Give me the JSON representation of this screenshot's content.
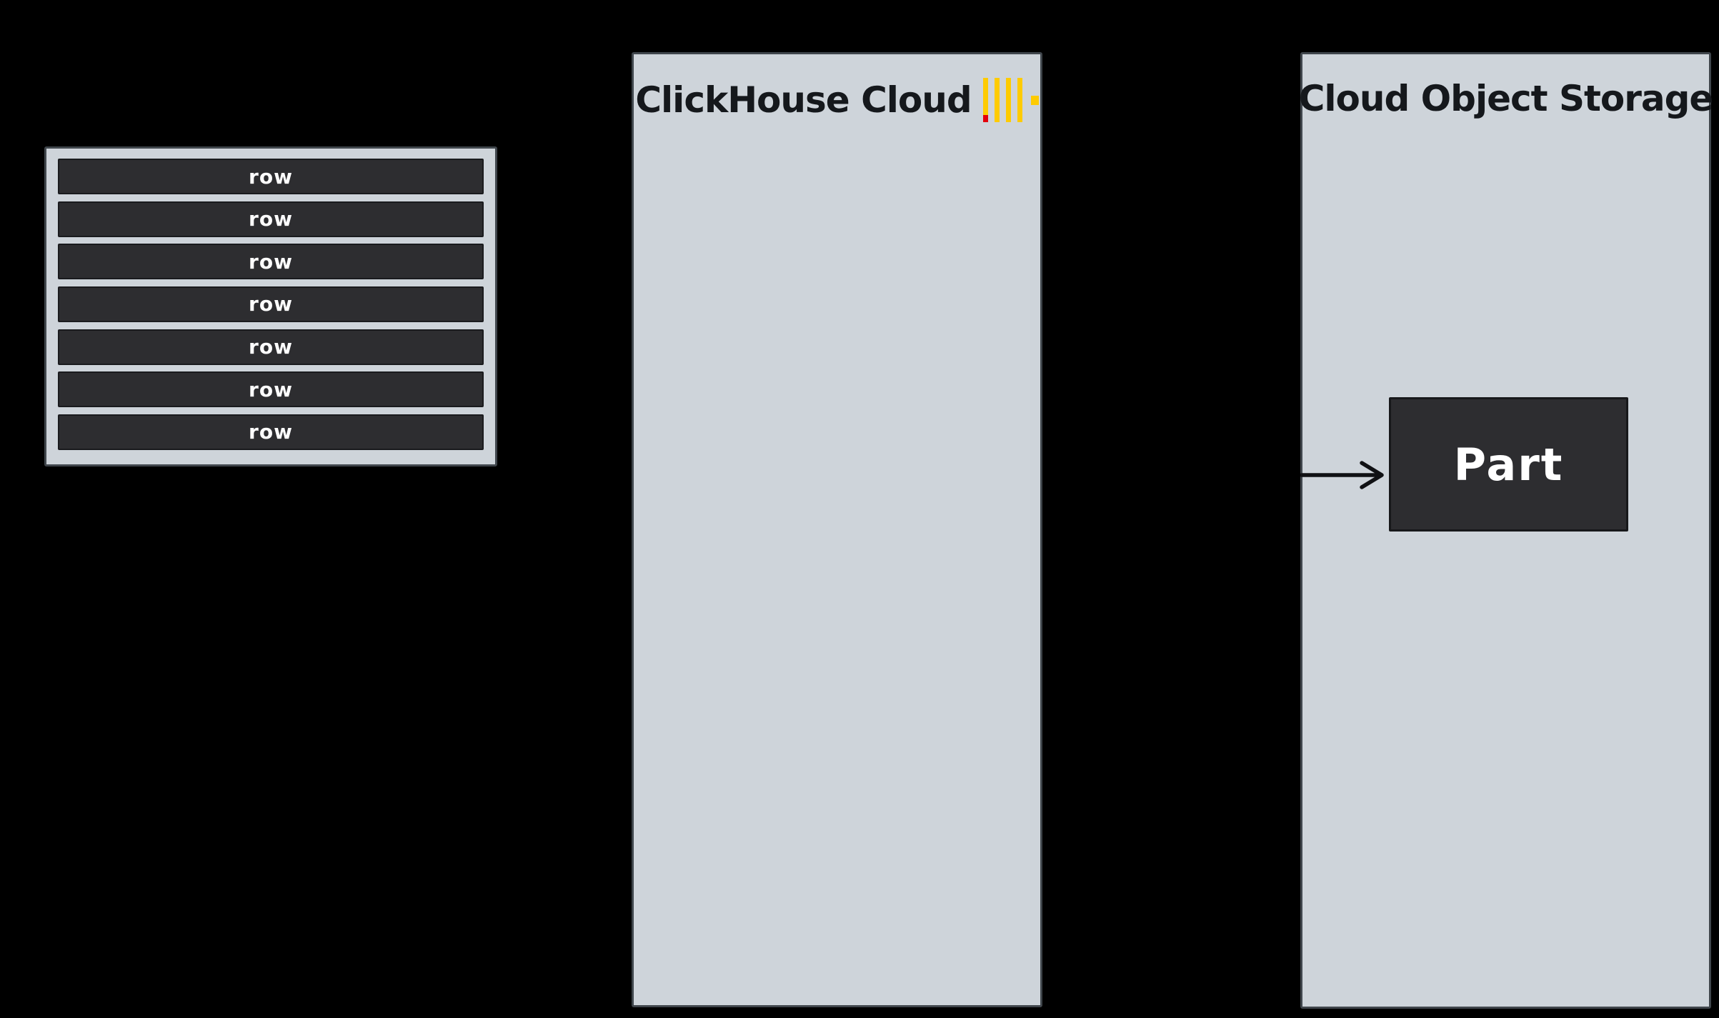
{
  "diagram": {
    "background": "#000000"
  },
  "rows_table": {
    "rows": [
      "row",
      "row",
      "row",
      "row",
      "row",
      "row",
      "row"
    ]
  },
  "clickhouse_panel": {
    "title": "ClickHouse Cloud",
    "logo_icon": "clickhouse-logo"
  },
  "storage_panel": {
    "title": "Cloud Object Storage",
    "part_label": "Part"
  },
  "colors": {
    "panel_fill": "#ced4da",
    "panel_stroke": "#40464c",
    "dark_box_fill": "#2d2d30",
    "dark_box_stroke": "#1a1b1e",
    "title_text": "#15181c",
    "light_text": "#ffffff",
    "arrow_stroke": "#101114",
    "logo_yellow": "#fecb01",
    "logo_red": "#e3000b"
  }
}
